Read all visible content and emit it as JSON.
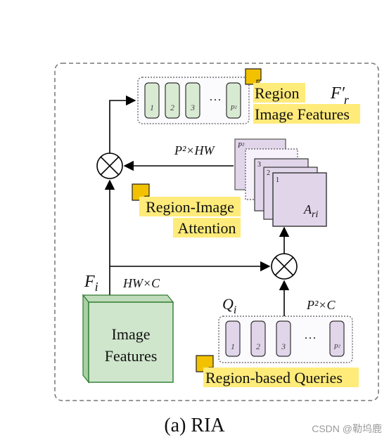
{
  "colors": {
    "highlight": "#ffeb7a",
    "note_icon": "#f2c200",
    "feature_cell": "#d9ead3",
    "attention_map": "#e1d5ea",
    "image_box": "#cfe6cc"
  },
  "labels": {
    "region_image_features_line1": "Region",
    "region_image_features_line2": "Image Features",
    "f_prime_r": "F′",
    "f_prime_r_sub": "r",
    "p2_hw": "P²×HW",
    "region_image_attention_line1": "Region-Image",
    "region_image_attention_line2": "Attention",
    "a_ri": "A",
    "a_ri_sub": "ri",
    "f_i": "F",
    "f_i_sub": "i",
    "hw_c": "HW×C",
    "image_features_line1": "Image",
    "image_features_line2": "Features",
    "q_i": "Q",
    "q_i_sub": "i",
    "p2_c": "P²×C",
    "region_based_queries": "Region-based Queries",
    "ellipsis": "···"
  },
  "cells": {
    "top": [
      "1",
      "2",
      "3",
      "P²"
    ],
    "bottom": [
      "1",
      "2",
      "3",
      "P²"
    ]
  },
  "attention_stack": [
    "P²",
    "3",
    "2",
    "1"
  ],
  "caption": "(a) RIA",
  "watermark": "CSDN @勒坞鹿"
}
